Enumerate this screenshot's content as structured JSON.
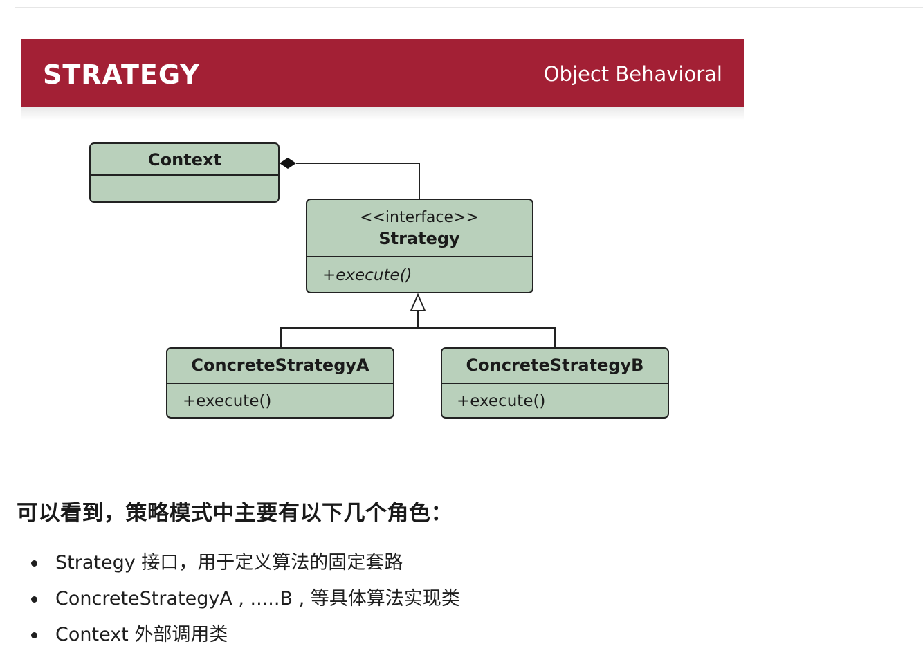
{
  "banner": {
    "title": "STRATEGY",
    "category": "Object Behavioral",
    "background": "#a32035"
  },
  "uml": {
    "box_fill": "#b9d0bb",
    "line_color": "#222222",
    "classes": {
      "context": {
        "name": "Context"
      },
      "strategy": {
        "stereotype": "<<interface>>",
        "name": "Strategy",
        "method": "+execute()"
      },
      "concrete_a": {
        "name": "ConcreteStrategyA",
        "method": "+execute()"
      },
      "concrete_b": {
        "name": "ConcreteStrategyB",
        "method": "+execute()"
      }
    },
    "relations": [
      {
        "type": "composition",
        "from": "Context",
        "to": "Strategy"
      },
      {
        "type": "realization",
        "from": "ConcreteStrategyA",
        "to": "Strategy"
      },
      {
        "type": "realization",
        "from": "ConcreteStrategyB",
        "to": "Strategy"
      }
    ]
  },
  "content": {
    "heading": "可以看到，策略模式中主要有以下几个角色：",
    "roles": [
      "Strategy 接口，用于定义算法的固定套路",
      "ConcreteStrategyA , .....B , 等具体算法实现类",
      "Context 外部调用类"
    ]
  }
}
